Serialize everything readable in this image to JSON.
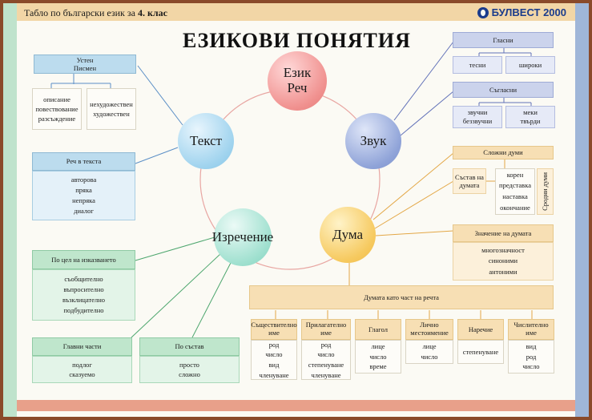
{
  "header": {
    "subtitle_prefix": "Табло по български език за",
    "subtitle_grade": "4. клас",
    "brand": "БУЛВЕСТ 2000"
  },
  "title": "ЕЗИКОВИ ПОНЯТИЯ",
  "circles": {
    "ezik_line1": "Език",
    "ezik_line2": "Реч",
    "zvuk": "Звук",
    "tekst": "Текст",
    "izrechenie": "Изречение",
    "duma": "Дума"
  },
  "tekst": {
    "forms": [
      "Устен",
      "Писмен"
    ],
    "types_a": [
      "описание",
      "повествование",
      "разсъждение"
    ],
    "types_b": [
      "нехудожествен",
      "художествен"
    ],
    "speech_head": "Реч в текста",
    "speech_items": [
      "авторова",
      "пряка",
      "непряка",
      "диалог"
    ]
  },
  "izrechenie": {
    "purpose_head": "По цел на изказването",
    "purpose_items": [
      "съобщително",
      "въпросително",
      "възклицателно",
      "подбудително"
    ],
    "main_head": "Главни части",
    "main_items": [
      "подлог",
      "сказуемо"
    ],
    "comp_head": "По състав",
    "comp_items": [
      "просто",
      "сложно"
    ]
  },
  "zvuk": {
    "vowels_head": "Гласни",
    "vowels_items": [
      "тесни",
      "широки"
    ],
    "cons_head": "Съгласни",
    "cons_a": [
      "звучни",
      "беззвучни"
    ],
    "cons_b": [
      "меки",
      "твърди"
    ]
  },
  "duma": {
    "complex_head": "Сложни думи",
    "structure_label": "Състав на думата",
    "structure_items": [
      "корен",
      "представка",
      "наставка",
      "окончание"
    ],
    "related": "Сродни думи",
    "meaning_head": "Значение на думата",
    "meaning_items": [
      "многозначност",
      "синоними",
      "антоними"
    ],
    "pos_head": "Думата като част на речта",
    "pos": [
      {
        "head": "Съществително име",
        "items": [
          "род",
          "число",
          "вид",
          "членуване"
        ]
      },
      {
        "head": "Прилагателно име",
        "items": [
          "род",
          "число",
          "степенуване",
          "членуване"
        ]
      },
      {
        "head": "Глагол",
        "items": [
          "лице",
          "число",
          "време"
        ]
      },
      {
        "head": "Лично местоимение",
        "items": [
          "лице",
          "число"
        ]
      },
      {
        "head": "Наречие",
        "items": [
          "степенуване"
        ]
      },
      {
        "head": "Числително име",
        "items": [
          "вид",
          "род",
          "число"
        ]
      }
    ]
  }
}
